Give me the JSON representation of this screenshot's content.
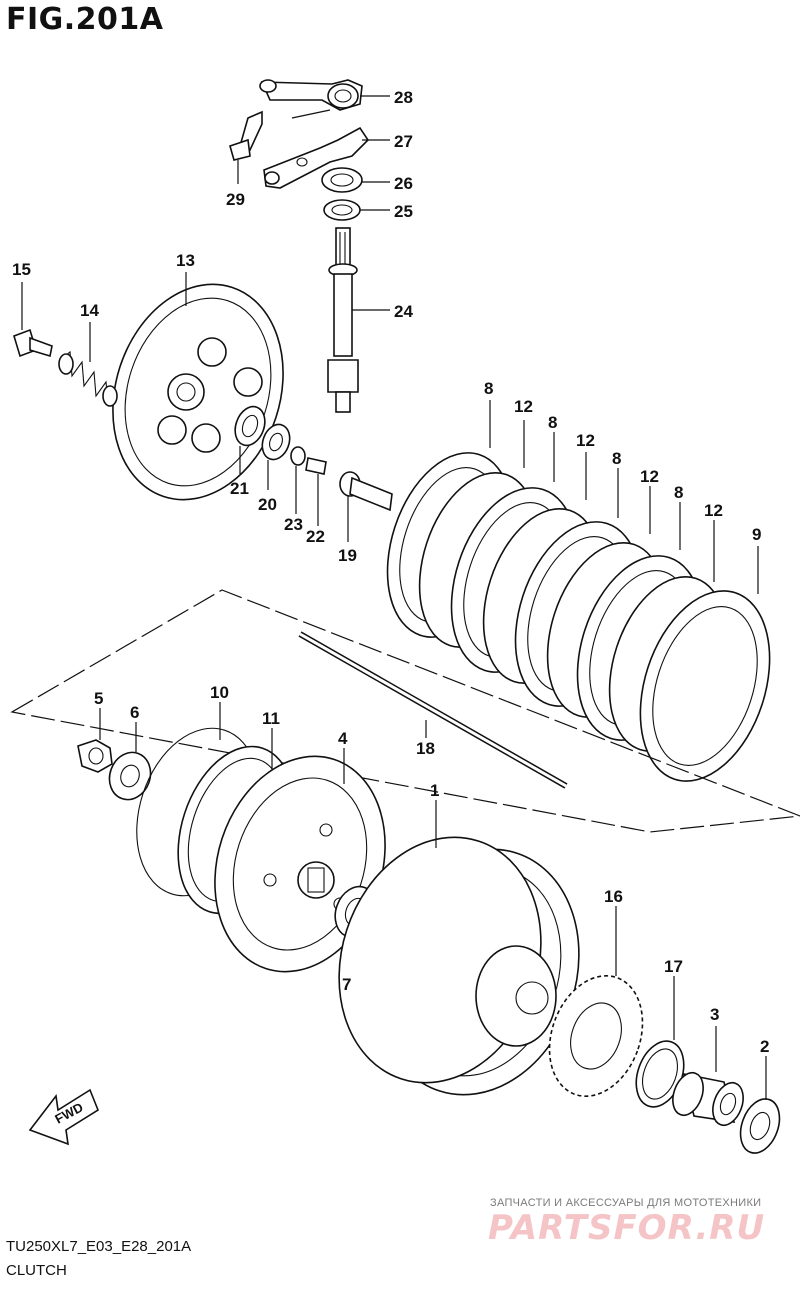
{
  "figure": {
    "title": "FIG.201A",
    "code": "TU250XL7_E03_E28_201A",
    "caption": "CLUTCH",
    "fwd_label": "FWD"
  },
  "watermark": {
    "tagline": "ЗАПЧАСТИ И АКСЕССУАРЫ ДЛЯ МОТОТЕХНИКИ",
    "brand": "PARTSFOR.RU"
  },
  "callouts": [
    "28",
    "27",
    "26",
    "25",
    "29",
    "24",
    "15",
    "13",
    "14",
    "21",
    "20",
    "23",
    "22",
    "19",
    "8",
    "12",
    "8",
    "12",
    "8",
    "12",
    "8",
    "12",
    "9",
    "5",
    "6",
    "10",
    "11",
    "4",
    "18",
    "1",
    "7",
    "16",
    "17",
    "3",
    "2"
  ]
}
